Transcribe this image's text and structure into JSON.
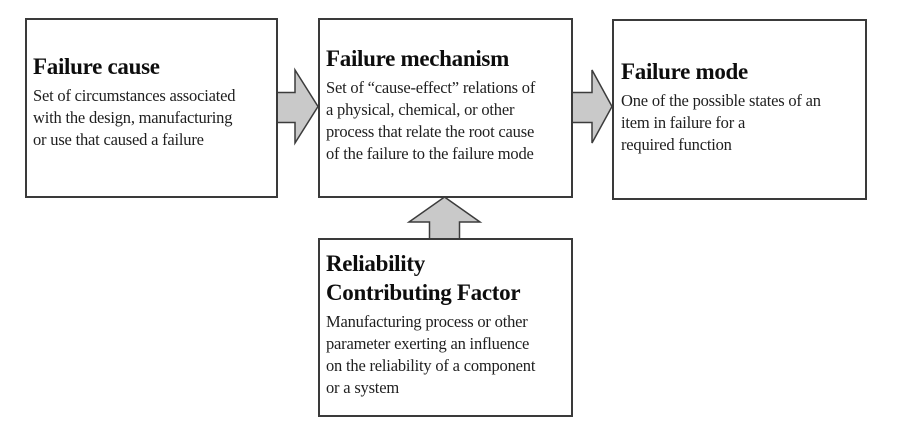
{
  "diagram": {
    "title": "Failure cause / mechanism / mode relationship diagram",
    "colors": {
      "background": "#ffffff",
      "box_border": "#3a3a3a",
      "arrow_fill": "#c9c9c9",
      "arrow_stroke": "#3c3c3c",
      "text": "#1b1b1b"
    },
    "boxes": {
      "failure_cause": {
        "title": "Failure cause",
        "body_lines": [
          "Set of circumstances associated",
          "with the design, manufacturing",
          "or use that caused a failure"
        ]
      },
      "failure_mechanism": {
        "title": "Failure mechanism",
        "body_lines": [
          "Set of “cause-effect” relations of",
          "a physical, chemical, or other",
          "process that relate the root cause",
          "of the failure to the failure mode"
        ]
      },
      "failure_mode": {
        "title": "Failure mode",
        "body_lines": [
          "One of the possible states of an",
          "item in failure for a",
          "required function"
        ]
      },
      "reliability_contributing_factor": {
        "title_lines": [
          "Reliability",
          "Contributing Factor"
        ],
        "body_lines": [
          "Manufacturing process or other",
          "parameter exerting an influence",
          "on the reliability of a component",
          "or a system"
        ]
      }
    },
    "arrows": [
      {
        "name": "cause-to-mechanism",
        "direction": "right"
      },
      {
        "name": "mechanism-to-mode",
        "direction": "right"
      },
      {
        "name": "rcf-to-mechanism",
        "direction": "up"
      }
    ]
  }
}
